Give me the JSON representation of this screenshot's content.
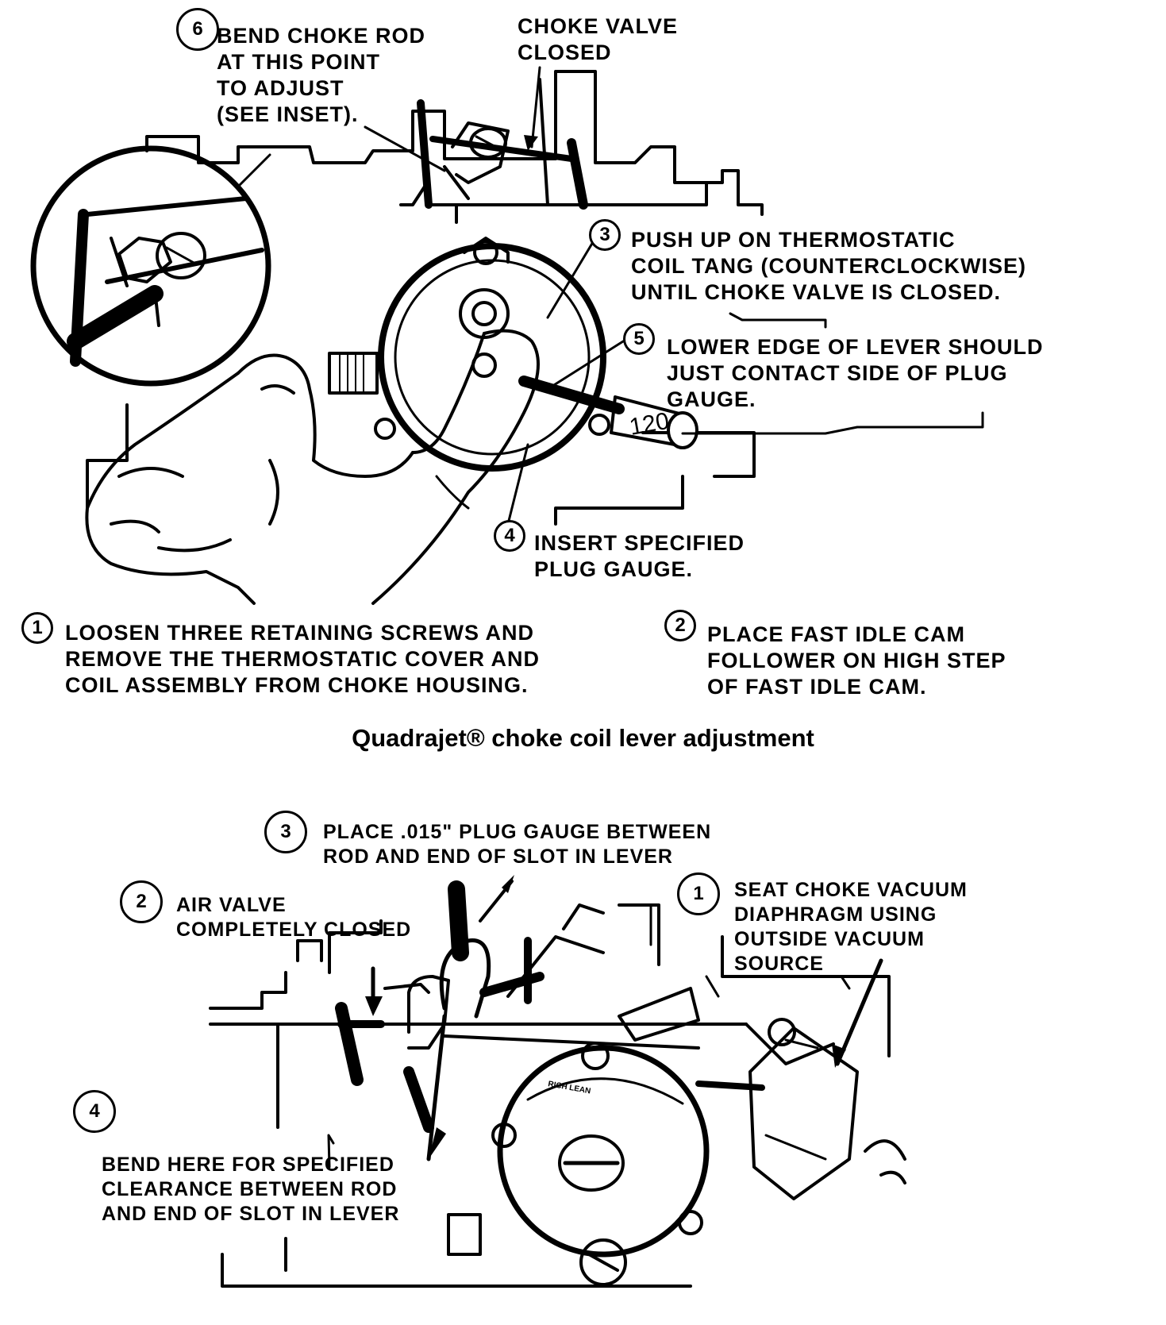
{
  "top": {
    "caption": "Quadrajet® choke coil lever adjustment",
    "gauge_marking": "120",
    "callouts": [
      {
        "num": "6",
        "text": "BEND CHOKE ROD\nAT THIS POINT\nTO ADJUST\n(SEE INSET)."
      },
      {
        "num": "",
        "text": "CHOKE VALVE\nCLOSED"
      },
      {
        "num": "3",
        "text": "PUSH UP ON THERMOSTATIC\nCOIL TANG (COUNTERCLOCKWISE)\nUNTIL CHOKE VALVE IS CLOSED."
      },
      {
        "num": "5",
        "text": "LOWER EDGE OF LEVER SHOULD\nJUST CONTACT SIDE OF PLUG\nGAUGE."
      },
      {
        "num": "4",
        "text": "INSERT SPECIFIED\nPLUG GAUGE."
      },
      {
        "num": "1",
        "text": "LOOSEN THREE RETAINING SCREWS AND\nREMOVE THE THERMOSTATIC COVER AND\nCOIL ASSEMBLY FROM CHOKE HOUSING."
      },
      {
        "num": "2",
        "text": "PLACE FAST IDLE CAM\nFOLLOWER ON HIGH STEP\nOF FAST IDLE CAM."
      }
    ]
  },
  "bottom": {
    "housing_marking": "RICH  LEAN",
    "callouts": [
      {
        "num": "3",
        "text": "PLACE .015\" PLUG GAUGE BETWEEN\nROD AND END OF SLOT IN LEVER"
      },
      {
        "num": "2",
        "text": "AIR VALVE\nCOMPLETELY CLOSED"
      },
      {
        "num": "1",
        "text": "SEAT CHOKE VACUUM\nDIAPHRAGM USING\nOUTSIDE  VACUUM\nSOURCE"
      },
      {
        "num": "4",
        "text": ""
      },
      {
        "num": "",
        "text": "BEND HERE FOR SPECIFIED\nCLEARANCE BETWEEN ROD\nAND END OF SLOT IN LEVER"
      }
    ]
  }
}
